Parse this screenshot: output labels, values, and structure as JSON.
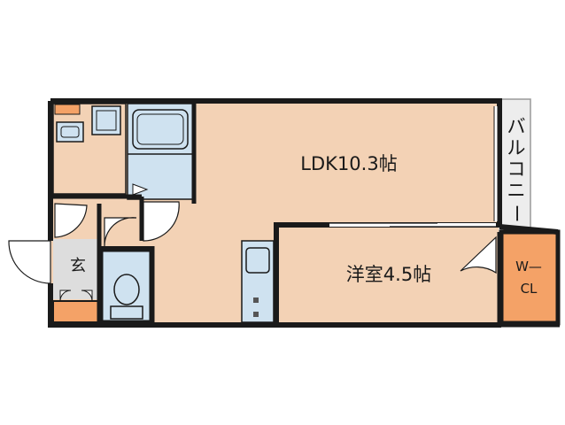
{
  "rooms": {
    "ldk": {
      "label": "LDK10.3帖"
    },
    "western_room": {
      "label": "洋室4.5帖"
    },
    "entrance": {
      "label": "玄"
    },
    "walk_in_closet": {
      "label_line1": "W—",
      "label_line2": "CL"
    },
    "balcony": {
      "label": "バルコニー"
    }
  },
  "colors": {
    "room_fill": "#f3d2b5",
    "wall": "#1a1a1a",
    "balcony_fill": "#ededed",
    "wet_area_fill": "#cfe2f0",
    "storage_fill": "#f4a267",
    "entrance_fill": "#dddddd"
  }
}
